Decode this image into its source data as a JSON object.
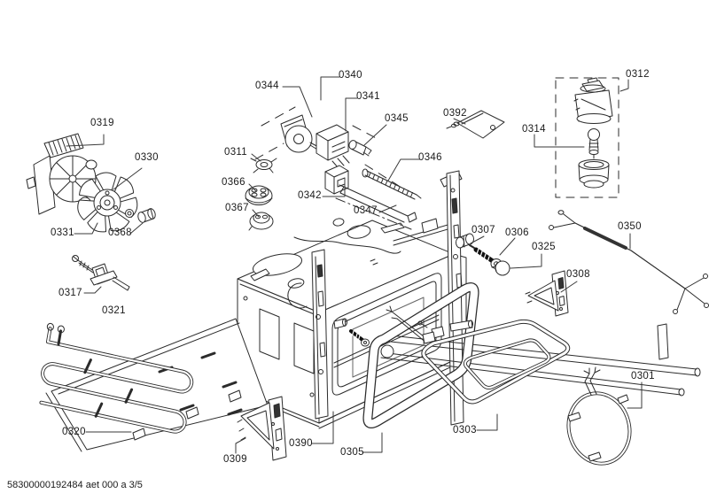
{
  "diagram": {
    "kind": "exploded-parts-diagram",
    "background_color": "#ffffff",
    "line_color": "#2b2b2b",
    "label_color": "#1a1a1a"
  },
  "footer": {
    "doc_code": "58300000192484 aet 000 a 3/5"
  },
  "parts": {
    "0301": "0301",
    "0303": "0303",
    "0305": "0305",
    "0306": "0306",
    "0307": "0307",
    "0308": "0308",
    "0309": "0309",
    "0311": "0311",
    "0312": "0312",
    "0314": "0314",
    "0317": "0317",
    "0319": "0319",
    "0320": "0320",
    "0321": "0321",
    "0325": "0325",
    "0330": "0330",
    "0331": "0331",
    "0340": "0340",
    "0341": "0341",
    "0342": "0342",
    "0344": "0344",
    "0345": "0345",
    "0346": "0346",
    "0347": "0347",
    "0350": "0350",
    "0366": "0366",
    "0367": "0367",
    "0368": "0368",
    "0390": "0390",
    "0392": "0392"
  }
}
